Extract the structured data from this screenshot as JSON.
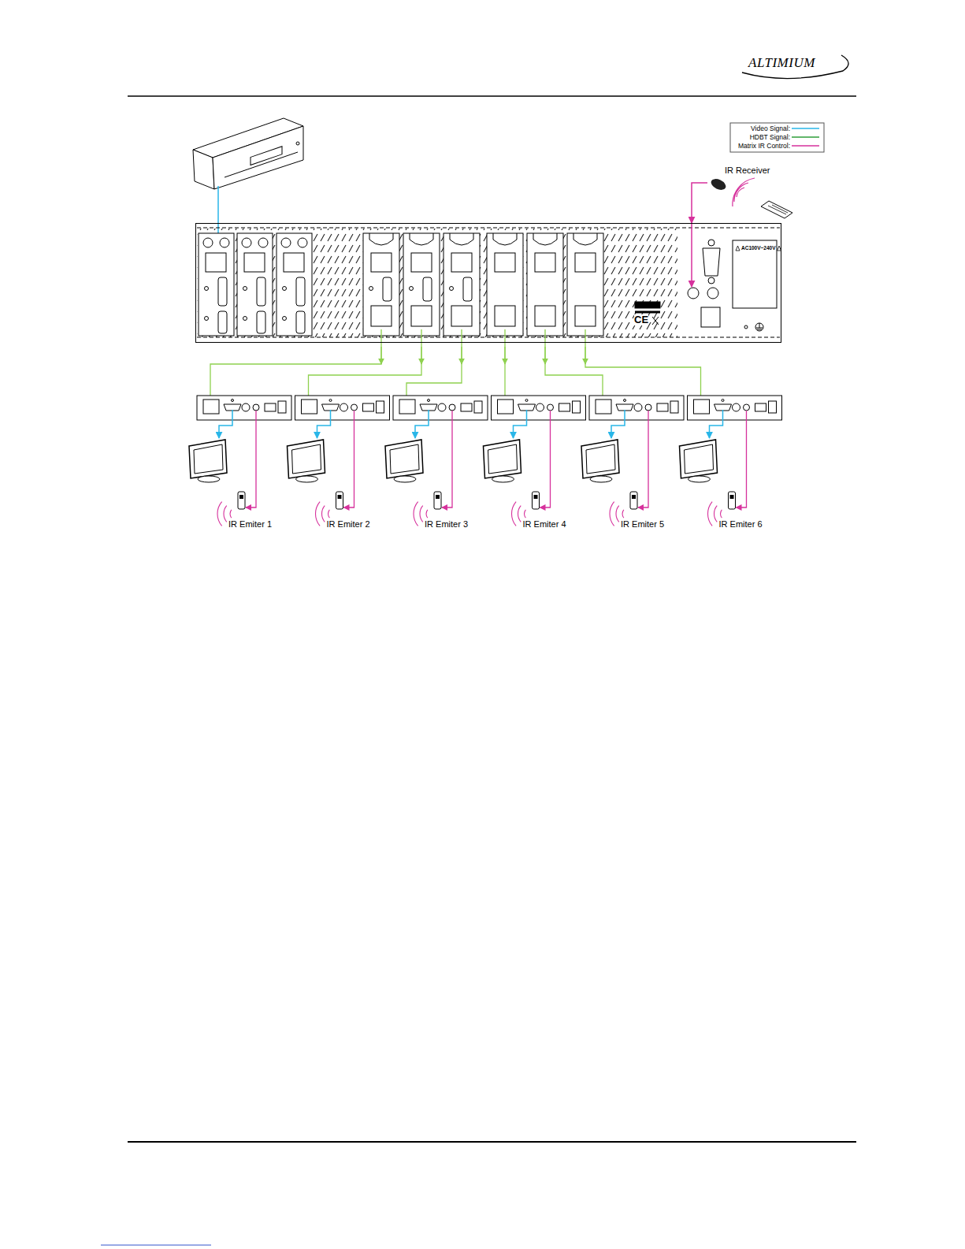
{
  "diagram": {
    "nodes": [
      {
        "text": [
          "IR Receiver"
        ]
      },
      {
        "text": [
          "AC100V~240V"
        ]
      },
      {
        "text": [
          "IR Emiter 1"
        ]
      },
      {
        "text": [
          "IR Emiter 2"
        ]
      },
      {
        "text": [
          "IR Emiter 3"
        ]
      },
      {
        "text": [
          "IR Emiter 4"
        ]
      },
      {
        "text": [
          "IR Emiter 5"
        ]
      },
      {
        "text": [
          "IR Emiter 6"
        ]
      }
    ],
    "edges": [
      {
        "from": 0,
        "to": 1,
        "arrow": "to"
      }
    ],
    "labels": [
      "ALTIMIUM",
      "CE"
    ],
    "legend": [
      {
        "text": "Video Signal:"
      },
      {
        "text": "HDBT Signal:"
      },
      {
        "text": "Matrix IR Control:"
      }
    ]
  }
}
